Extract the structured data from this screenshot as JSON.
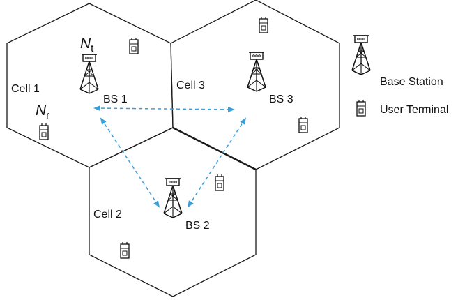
{
  "colors": {
    "outline": "#1a1a1a",
    "link": "#3a9fd8",
    "text": "#111111"
  },
  "cells": {
    "cell1": "Cell 1",
    "cell2": "Cell 2",
    "cell3": "Cell 3"
  },
  "base_stations": {
    "bs1": "BS 1",
    "bs2": "BS 2",
    "bs3": "BS 3"
  },
  "symbols": {
    "nt_main": "N",
    "nt_sub": "t",
    "nr_main": "N",
    "nr_sub": "r"
  },
  "legend": {
    "base_station": "Base Station",
    "user_terminal": "User Terminal"
  },
  "icons": {
    "base_station": "antenna-tower-icon",
    "user_terminal": "handset-icon"
  }
}
